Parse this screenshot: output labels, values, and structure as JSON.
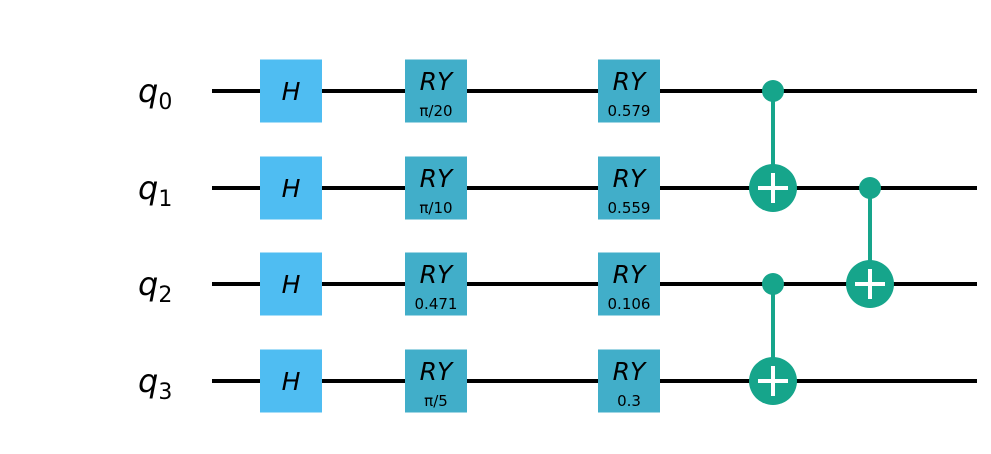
{
  "colors": {
    "wire": "#000000",
    "h_gate": "#4fbdf2",
    "ry_gate": "#41aec9",
    "cx": "#16a58b"
  },
  "qubits": [
    {
      "base": "q",
      "sub": "0"
    },
    {
      "base": "q",
      "sub": "1"
    },
    {
      "base": "q",
      "sub": "2"
    },
    {
      "base": "q",
      "sub": "3"
    }
  ],
  "gates": [
    {
      "type": "H",
      "label": "H",
      "qubit": 0,
      "col": 0
    },
    {
      "type": "H",
      "label": "H",
      "qubit": 1,
      "col": 0
    },
    {
      "type": "H",
      "label": "H",
      "qubit": 2,
      "col": 0
    },
    {
      "type": "H",
      "label": "H",
      "qubit": 3,
      "col": 0
    },
    {
      "type": "RY",
      "label": "RY",
      "param": "π/20",
      "qubit": 0,
      "col": 1
    },
    {
      "type": "RY",
      "label": "RY",
      "param": "π/10",
      "qubit": 1,
      "col": 1
    },
    {
      "type": "RY",
      "label": "RY",
      "param": "0.471",
      "qubit": 2,
      "col": 1
    },
    {
      "type": "RY",
      "label": "RY",
      "param": "π/5",
      "qubit": 3,
      "col": 1
    },
    {
      "type": "RY",
      "label": "RY",
      "param": "0.579",
      "qubit": 0,
      "col": 2
    },
    {
      "type": "RY",
      "label": "RY",
      "param": "0.559",
      "qubit": 1,
      "col": 2
    },
    {
      "type": "RY",
      "label": "RY",
      "param": "0.106",
      "qubit": 2,
      "col": 2
    },
    {
      "type": "RY",
      "label": "RY",
      "param": "0.3",
      "qubit": 3,
      "col": 2
    }
  ],
  "cx_gates": [
    {
      "control": 0,
      "target": 1,
      "col": 3
    },
    {
      "control": 2,
      "target": 3,
      "col": 3
    },
    {
      "control": 1,
      "target": 2,
      "col": 4
    }
  ]
}
